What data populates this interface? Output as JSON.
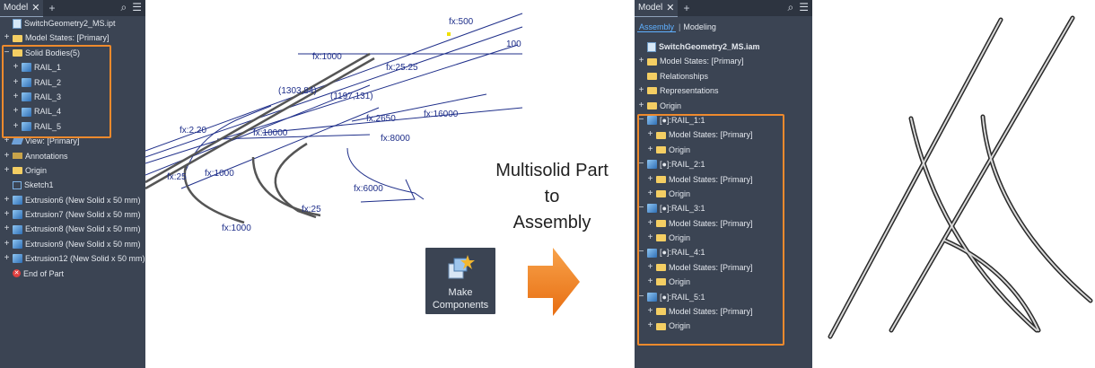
{
  "left_panel": {
    "tab_label": "Model",
    "rows": [
      {
        "label": "SwitchGeometry2_MS.ipt",
        "icon": "part-doc-icon",
        "exp": "",
        "indent": 0
      },
      {
        "label": "Model States: [Primary]",
        "icon": "folder-icon",
        "exp": "+",
        "indent": 0
      },
      {
        "label": "Solid Bodies(5)",
        "icon": "folder-icon",
        "exp": "−",
        "indent": 0
      },
      {
        "label": "RAIL_1",
        "icon": "solid-body-icon",
        "exp": "+",
        "indent": 1
      },
      {
        "label": "RAIL_2",
        "icon": "solid-body-icon",
        "exp": "+",
        "indent": 1
      },
      {
        "label": "RAIL_3",
        "icon": "solid-body-icon",
        "exp": "+",
        "indent": 1
      },
      {
        "label": "RAIL_4",
        "icon": "solid-body-icon",
        "exp": "+",
        "indent": 1
      },
      {
        "label": "RAIL_5",
        "icon": "solid-body-icon",
        "exp": "+",
        "indent": 1
      },
      {
        "label": "View: [Primary]",
        "icon": "view-icon",
        "exp": "+",
        "indent": 0
      },
      {
        "label": "Annotations",
        "icon": "annotation-icon",
        "exp": "+",
        "indent": 0
      },
      {
        "label": "Origin",
        "icon": "folder-icon",
        "exp": "+",
        "indent": 0
      },
      {
        "label": "Sketch1",
        "icon": "sketch-icon",
        "exp": "",
        "indent": 0
      },
      {
        "label": "Extrusion6 (New Solid x 50 mm)",
        "icon": "extrusion-icon",
        "exp": "+",
        "indent": 0
      },
      {
        "label": "Extrusion7 (New Solid x 50 mm)",
        "icon": "extrusion-icon",
        "exp": "+",
        "indent": 0
      },
      {
        "label": "Extrusion8 (New Solid x 50 mm)",
        "icon": "extrusion-icon",
        "exp": "+",
        "indent": 0
      },
      {
        "label": "Extrusion9 (New Solid x 50 mm)",
        "icon": "extrusion-icon",
        "exp": "+",
        "indent": 0
      },
      {
        "label": "Extrusion12 (New Solid x 50 mm)",
        "icon": "extrusion-icon",
        "exp": "+",
        "indent": 0
      },
      {
        "label": "End of Part",
        "icon": "end-of-part-icon",
        "exp": "",
        "indent": 0
      }
    ]
  },
  "sketch_labels": {
    "a": "fx:500",
    "b": "fx:1000",
    "c": "fx:25.25",
    "d": "(1303,84)",
    "e": "(1197,131)",
    "f": "fx:2650",
    "g": "fx:16000",
    "h": "fx:8000",
    "i": "fx:1000",
    "j": "fx:6000",
    "k": "fx:25",
    "l": "fx:10000",
    "m": "fx:1000",
    "n": "100",
    "o": "fx:25",
    "p": "fx:2.20"
  },
  "center": {
    "caption_line1": "Multisolid Part",
    "caption_line2": "to",
    "caption_line3": "Assembly",
    "button_line1": "Make",
    "button_line2": "Components"
  },
  "right_panel": {
    "tab_label": "Model",
    "subtab_assembly": "Assembly",
    "subtab_modeling": "Modeling",
    "rows": [
      {
        "label": "SwitchGeometry2_MS.iam",
        "icon": "assembly-doc-icon",
        "exp": "",
        "indent": 0,
        "bold": true
      },
      {
        "label": "Model States: [Primary]",
        "icon": "folder-icon",
        "exp": "+",
        "indent": 0
      },
      {
        "label": "Relationships",
        "icon": "folder-icon",
        "exp": "",
        "indent": 0
      },
      {
        "label": "Representations",
        "icon": "folder-icon",
        "exp": "+",
        "indent": 0
      },
      {
        "label": "Origin",
        "icon": "folder-icon",
        "exp": "+",
        "indent": 0
      },
      {
        "label": "[●]:RAIL_1:1",
        "icon": "component-icon",
        "exp": "−",
        "indent": 0
      },
      {
        "label": "Model States: [Primary]",
        "icon": "folder-icon",
        "exp": "+",
        "indent": 1
      },
      {
        "label": "Origin",
        "icon": "folder-icon",
        "exp": "+",
        "indent": 1
      },
      {
        "label": "[●]:RAIL_2:1",
        "icon": "component-icon",
        "exp": "−",
        "indent": 0
      },
      {
        "label": "Model States: [Primary]",
        "icon": "folder-icon",
        "exp": "+",
        "indent": 1
      },
      {
        "label": "Origin",
        "icon": "folder-icon",
        "exp": "+",
        "indent": 1
      },
      {
        "label": "[●]:RAIL_3:1",
        "icon": "component-icon",
        "exp": "−",
        "indent": 0
      },
      {
        "label": "Model States: [Primary]",
        "icon": "folder-icon",
        "exp": "+",
        "indent": 1
      },
      {
        "label": "Origin",
        "icon": "folder-icon",
        "exp": "+",
        "indent": 1
      },
      {
        "label": "[●]:RAIL_4:1",
        "icon": "component-icon",
        "exp": "−",
        "indent": 0
      },
      {
        "label": "Model States: [Primary]",
        "icon": "folder-icon",
        "exp": "+",
        "indent": 1
      },
      {
        "label": "Origin",
        "icon": "folder-icon",
        "exp": "+",
        "indent": 1
      },
      {
        "label": "[●]:RAIL_5:1",
        "icon": "component-icon",
        "exp": "−",
        "indent": 0
      },
      {
        "label": "Model States: [Primary]",
        "icon": "folder-icon",
        "exp": "+",
        "indent": 1
      },
      {
        "label": "Origin",
        "icon": "folder-icon",
        "exp": "+",
        "indent": 1
      }
    ]
  },
  "colors": {
    "panel": "#3b4453",
    "highlight": "#ee8a2d",
    "sketch": "#1f2f8a",
    "arrow": "#f07d1e"
  }
}
